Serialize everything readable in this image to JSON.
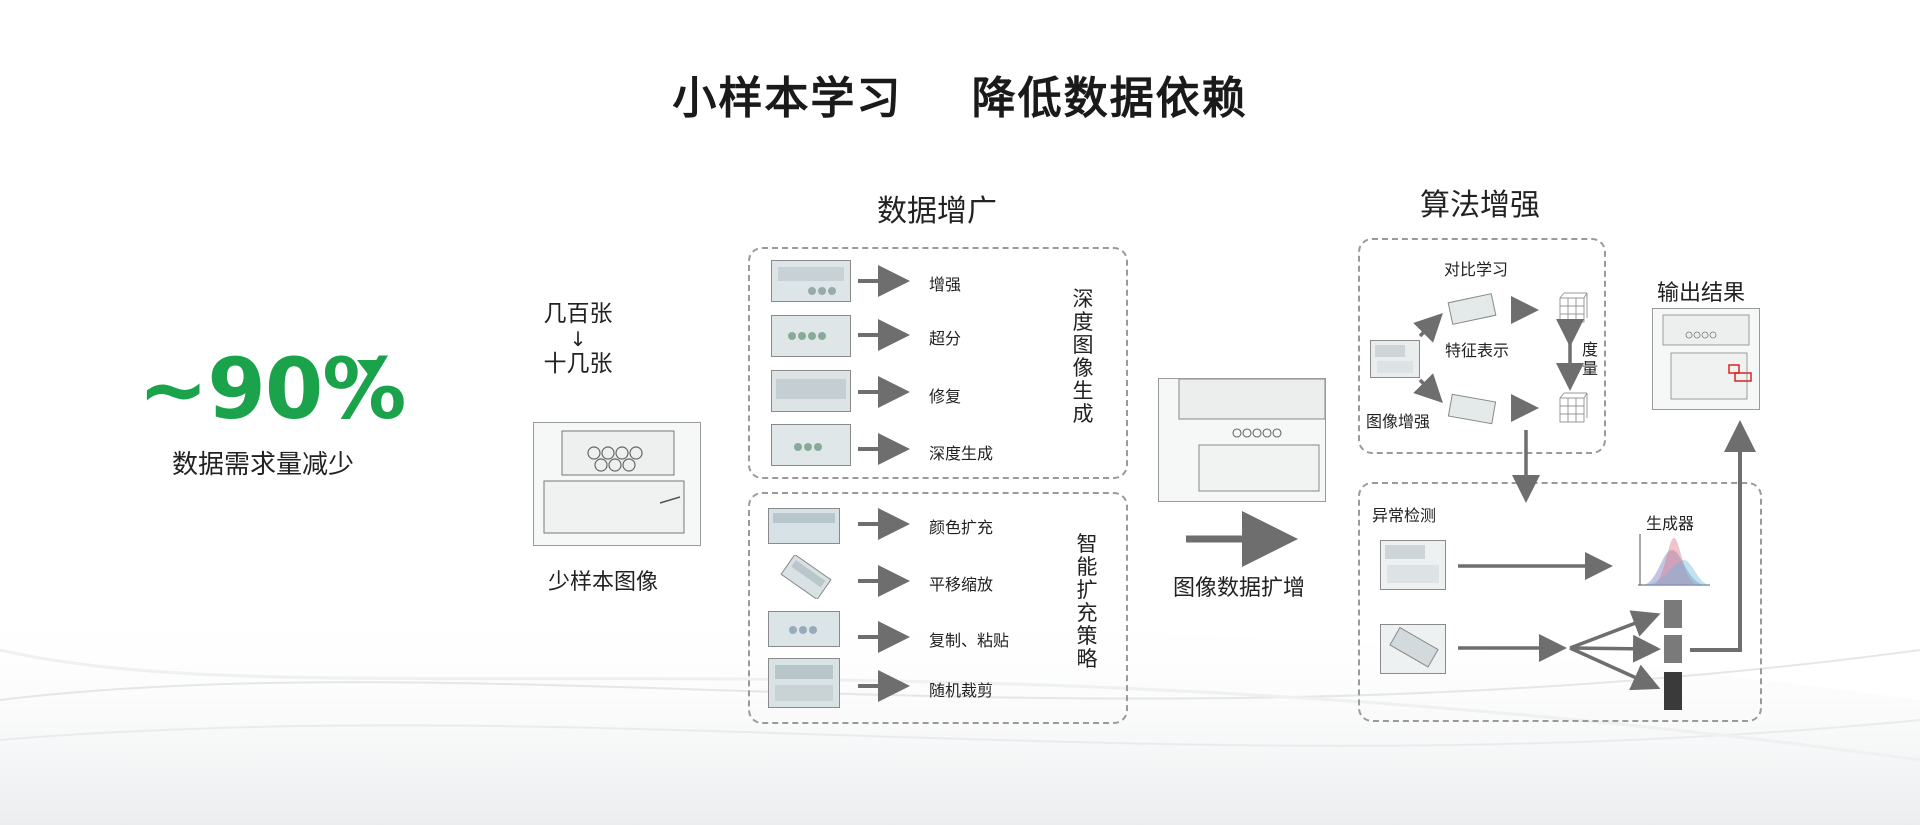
{
  "title": "小样本学习    降低数据依赖",
  "stat": {
    "value": "~90%",
    "caption": "数据需求量减少",
    "accent": "#1aa34a"
  },
  "counts": {
    "from": "几百张",
    "arrow": "↓",
    "to": "十几张"
  },
  "few_shot_label": "少样本图像",
  "augmentation": {
    "title": "数据增广",
    "deep_group": {
      "vertical_label": "深度图像生成",
      "items": [
        "增强",
        "超分",
        "修复",
        "深度生成"
      ]
    },
    "smart_group": {
      "vertical_label": "智能扩充策略",
      "items": [
        "颜色扩充",
        "平移缩放",
        "复制、粘贴",
        "随机裁剪"
      ]
    }
  },
  "image_expand_label": "图像数据扩增",
  "algorithm": {
    "title": "算法增强",
    "contrastive": {
      "title": "对比学习",
      "feature": "特征表示",
      "augment": "图像增强",
      "metric": "度量"
    },
    "anomaly": {
      "title": "异常检测",
      "generator": "生成器"
    }
  },
  "output_label": "输出结果"
}
